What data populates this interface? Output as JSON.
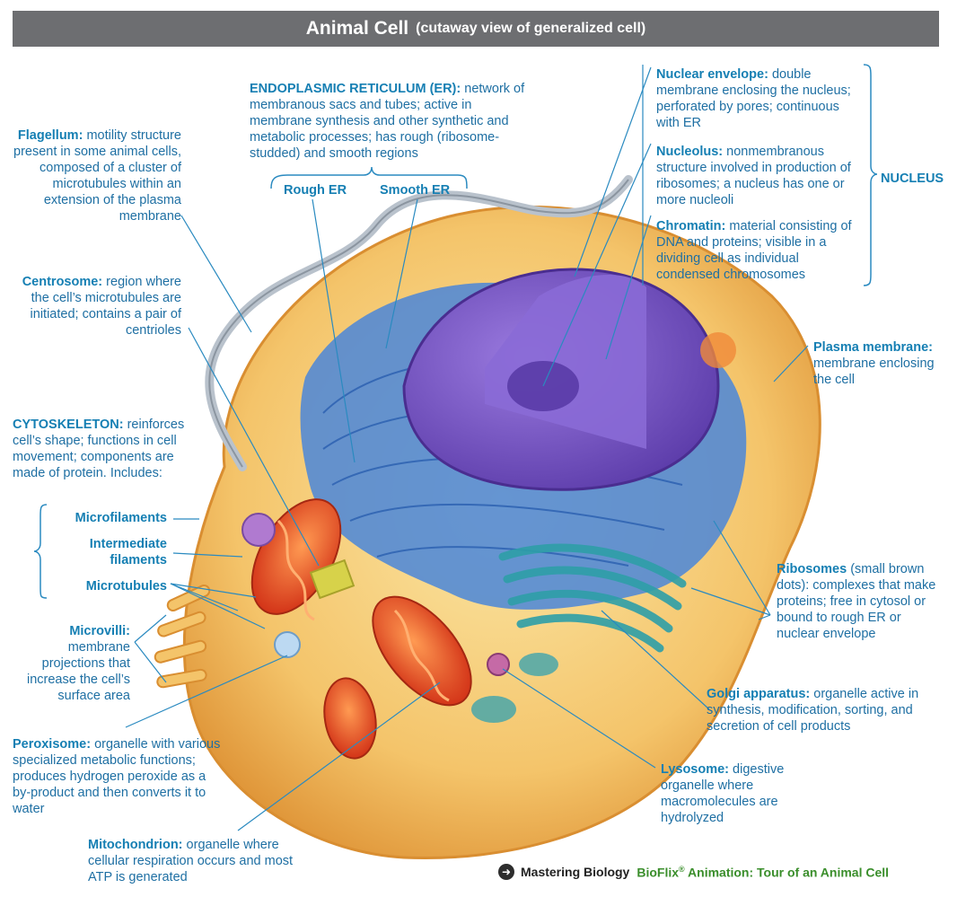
{
  "title": {
    "main": "Animal Cell",
    "sub": "(cutaway view of generalized cell)"
  },
  "labels": {
    "flagellum": {
      "name": "Flagellum:",
      "desc": "motility structure present in some animal cells, composed of a cluster of microtubules within an extension of the plasma membrane"
    },
    "centrosome": {
      "name": "Centrosome:",
      "desc": "region where the cell’s microtubules are initiated; contains a pair of centrioles"
    },
    "cytoskeleton": {
      "name": "CYTOSKELETON:",
      "desc": "reinforces cell’s shape; functions in cell movement; components are made of protein. Includes:"
    },
    "microfilaments": "Microfilaments",
    "intermediate_filaments": "Intermediate filaments",
    "microtubules": "Microtubules",
    "microvilli": {
      "name": "Microvilli:",
      "desc": "membrane projections that increase the cell’s surface area"
    },
    "peroxisome": {
      "name": "Peroxisome:",
      "desc": "organelle with various specialized metabolic functions; produces hydrogen peroxide as a by-product and then converts it to water"
    },
    "mitochondrion": {
      "name": "Mitochondrion:",
      "desc": "organelle where cellular respiration occurs and most ATP is generated"
    },
    "er": {
      "name": "ENDOPLASMIC RETICULUM (ER):",
      "desc": "network of membranous sacs and tubes; active in membrane synthesis and other synthetic and metabolic processes; has rough (ribosome-studded) and smooth regions"
    },
    "rough_er": "Rough ER",
    "smooth_er": "Smooth ER",
    "nuclear_envelope": {
      "name": "Nuclear envelope:",
      "desc": "double membrane enclosing the nucleus; perforated by pores; continuous with ER"
    },
    "nucleolus": {
      "name": "Nucleolus:",
      "desc": "nonmembranous structure involved in production of ribosomes; a nucleus has one or more nucleoli"
    },
    "chromatin": {
      "name": "Chromatin:",
      "desc": "material consisting of DNA and proteins; visible in a dividing cell as individual condensed chromosomes"
    },
    "nucleus": "NUCLEUS",
    "plasma_membrane": {
      "name": "Plasma membrane:",
      "desc": "membrane enclosing the cell"
    },
    "ribosomes": {
      "name": "Ribosomes",
      "desc": "(small brown dots): complexes that make proteins; free in cytosol or bound to rough ER or nuclear envelope"
    },
    "golgi": {
      "name": "Golgi apparatus:",
      "desc": "organelle active in synthesis, modification, sorting, and secretion of cell products"
    },
    "lysosome": {
      "name": "Lysosome:",
      "desc": "digestive organelle where macromolecules are hydrolyzed"
    }
  },
  "footer": {
    "brand": "Mastering Biology",
    "bioflix": "BioFlix",
    "reg": "®",
    "animation": "Animation: Tour of an Animal Cell"
  },
  "colors": {
    "label_text": "#1e6fa3",
    "label_bold": "#157fb3",
    "title_bar": "#6d6e71",
    "cell_outer": "#f0b253",
    "cytoplasm": "#f7d98d",
    "er": "#3f7fd6",
    "nucleus": "#7a55c7",
    "mitochondrion": "#e4492a",
    "golgi": "#2e9fa8"
  }
}
